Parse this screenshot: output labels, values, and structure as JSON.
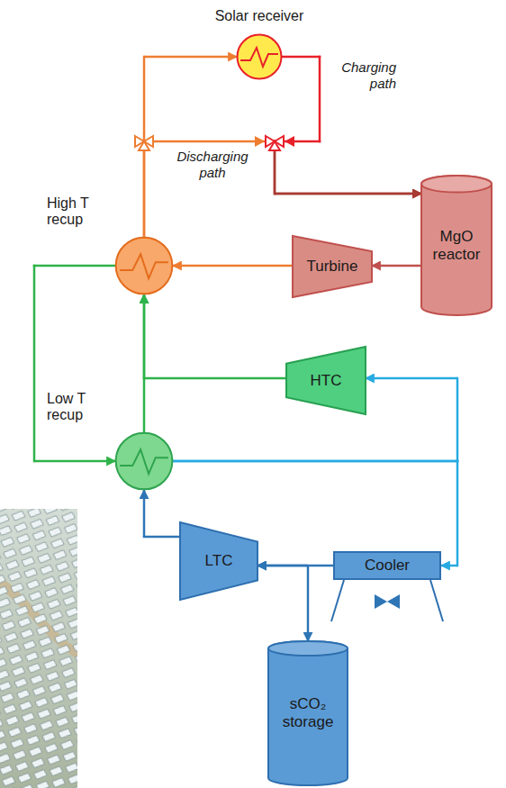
{
  "diagram": {
    "nodes": [
      {
        "text": [
          "Solar receiver"
        ]
      },
      {
        "text": [
          "High T recup"
        ]
      },
      {
        "text": [
          "Turbine"
        ]
      },
      {
        "text": [
          "MgO reactor"
        ]
      },
      {
        "text": [
          "HTC"
        ]
      },
      {
        "text": [
          "Low T recup"
        ]
      },
      {
        "text": [
          "LTC"
        ]
      },
      {
        "text": [
          "Cooler"
        ]
      },
      {
        "text": [
          "sCO₂ storage"
        ]
      }
    ],
    "edges": [
      {
        "from": 1,
        "to": 0,
        "arrow": "to"
      },
      {
        "from": 0,
        "to": 3,
        "arrow": "to"
      },
      {
        "from": 1,
        "to": 3,
        "arrow": "to"
      },
      {
        "from": 3,
        "to": 2,
        "arrow": "to"
      },
      {
        "from": 2,
        "to": 1,
        "arrow": "to"
      },
      {
        "from": 1,
        "to": 5,
        "arrow": "to"
      },
      {
        "from": 5,
        "to": 1,
        "arrow": "to"
      },
      {
        "from": 4,
        "to": 1,
        "arrow": "to"
      },
      {
        "from": 5,
        "to": 4,
        "arrow": "to"
      },
      {
        "from": 5,
        "to": 7,
        "arrow": "to"
      },
      {
        "from": 7,
        "to": 6,
        "arrow": "to"
      },
      {
        "from": 8,
        "to": 6,
        "arrow": "both"
      },
      {
        "from": 6,
        "to": 5,
        "arrow": "to"
      }
    ],
    "labels": [
      "Charging path",
      "Discharging path"
    ]
  }
}
